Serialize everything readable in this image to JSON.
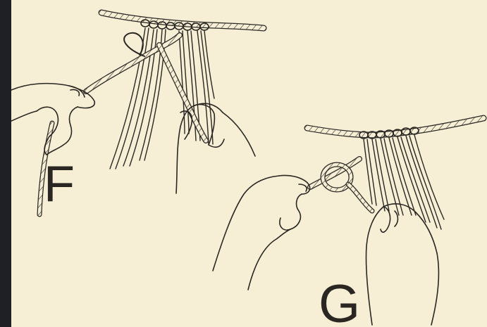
{
  "figure": {
    "panels": [
      {
        "id": "panel-f",
        "label": "F"
      },
      {
        "id": "panel-g",
        "label": "G"
      }
    ],
    "colors": {
      "paper": "#f6efd6",
      "ink": "#2a2622",
      "binding": "#1e2026"
    }
  }
}
